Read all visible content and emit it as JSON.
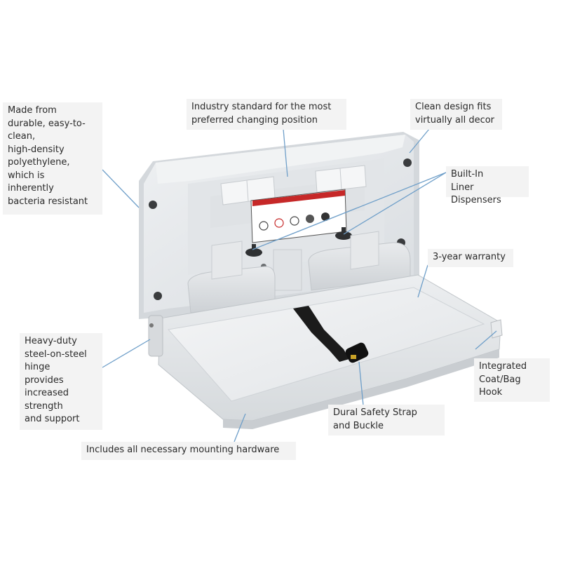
{
  "callouts": {
    "material": "Made from\ndurable, easy-to-\nclean,\nhigh-density\npolyethylene,\nwhich is\ninherently\nbacteria resistant",
    "position": "Industry standard for the most\npreferred changing position",
    "design": "Clean design fits\nvirtually all decor",
    "liner": "Built-In\nLiner Dispensers",
    "warranty": "3-year warranty",
    "hinge": "Heavy-duty\nsteel-on-steel\nhinge\nprovides\nincreased\nstrength\nand support",
    "hook": "Integrated\nCoat/Bag\nHook",
    "strap": "Dural Safety Strap\nand Buckle",
    "hardware": "Includes all necessary mounting hardware"
  },
  "colors": {
    "callout_bg": "#f3f3f3",
    "leader_line": "#6f9fc9",
    "unit_body": "#e4e7ea",
    "strap": "#1b1b1b"
  },
  "illustration": {
    "subject": "wall-mounted-baby-changing-station",
    "warning_label_icons": [
      "warning-icon",
      "no-standing-icon",
      "baby-icon",
      "hand-icon",
      "strap-icon"
    ]
  }
}
